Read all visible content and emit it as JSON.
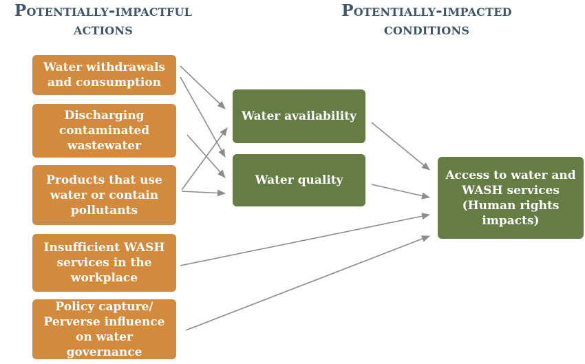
{
  "headings": {
    "left": [
      "Potentially-impactful",
      "actions"
    ],
    "right": [
      "Potentially-impacted",
      "conditions"
    ]
  },
  "actions": [
    [
      "Water withdrawals",
      "and consumption"
    ],
    [
      "Discharging",
      "contaminated",
      "wastewater"
    ],
    [
      "Products that use",
      "water or contain",
      "pollutants"
    ],
    [
      "Insufficient WASH",
      "services in the",
      "workplace"
    ],
    [
      "Policy capture/",
      "Perverse influence",
      "on water governance"
    ]
  ],
  "conditions": [
    [
      "Water availability"
    ],
    [
      "Water quality"
    ]
  ],
  "outcome": [
    "Access to water and",
    "WASH services",
    "(Human rights",
    "impacts)"
  ],
  "colors": {
    "action_box": "#d48a3c",
    "condition_box": "#657d45",
    "outcome_box": "#657d45",
    "heading_text": "#3f5466",
    "arrow": "#8c8c8c"
  }
}
